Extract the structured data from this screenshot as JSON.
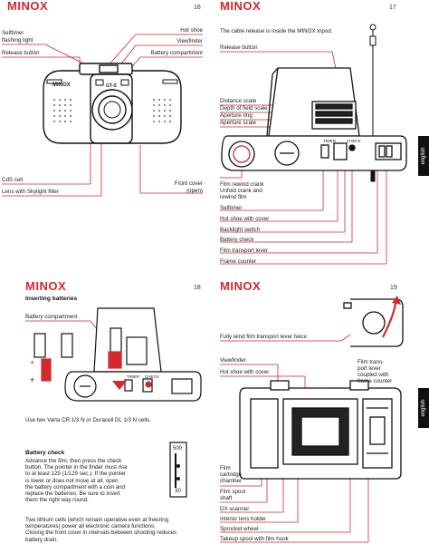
{
  "brand": "MINOX",
  "page16": {
    "page_number": "16",
    "labels": {
      "selftimer": "Selftimer",
      "selftimer2": "flashing light",
      "release": "Release button",
      "hotshoe": "Hot shoe",
      "viewfinder": "Viewfinder",
      "battery": "Battery compartment",
      "cds": "CdS cell",
      "lens": "Lens with Skylight filter",
      "front": "Front cover",
      "front2": "(open)"
    },
    "camera_name": "MINOX",
    "camera_model": "GT-S"
  },
  "page17": {
    "page_number": "17",
    "intro": "The cable release is inside the MINOX tripod.",
    "labels": {
      "release": "Release button",
      "distance": "Distance scale",
      "dof": "Depth of field scale",
      "aperture_ring": "Aperture ring",
      "aperture_scale": "Aperture scale",
      "rewind1": "Film rewind crank",
      "rewind2": "Unfold crank and",
      "rewind3": "rewind film",
      "selftimer": "Selftimer",
      "hotshoe": "Hot shoe with cover",
      "backlight": "Backlight switch",
      "batcheck": "Battery check",
      "transport": "Film transport lever",
      "counter": "Frame counter"
    },
    "dial_timer": "TIMER",
    "dial_check": "CHECK",
    "tab": "english"
  },
  "page18": {
    "page_number": "18",
    "heading": "Inserting batteries",
    "battery_label": "Battery compartment",
    "dial_timer": "TIMER",
    "dial_check": "CHECK",
    "batteries_text": "Use two Varta CR 1/3 N or Duracell DL 1/3 N cells.",
    "check_heading": "Battery check",
    "check_text": [
      "Advance the film, then press the check",
      "button. The pointer in the finder must rise",
      "to at least 125 (1/125 sec.). If the pointer",
      "is lower or does not move at all, open",
      "the battery compartment with a coin and",
      "replace the batteries. Be sure to insert",
      "them the right way round."
    ],
    "lithium_text": [
      "Two lithium cells (which remain operative even at freezing",
      "temperatures) power all electronic camera functions.",
      "Closing the front cover in intervals between shooting reduces",
      "battery drain."
    ],
    "meter_top": "500",
    "meter_bottom": "30"
  },
  "page19": {
    "page_number": "19",
    "labels": {
      "wind": "Fully wind film transport lever twice",
      "viewfinder": "Viewfinder",
      "hotshoe": "Hot shoe with cover",
      "lever1": "Film trans-",
      "lever2": "port lever",
      "lever3": "coupled with",
      "lever4": "frame counter",
      "chamber1": "Film",
      "chamber2": "cartridge",
      "chamber3": "chamber",
      "spool1": "Film spool",
      "spool2": "shaft",
      "dx": "DX scanner",
      "rollers": "Interior lens holder",
      "sprocket": "Sprocket wheel",
      "takeup": "Takeup spool with film hook"
    },
    "tab": "english"
  }
}
